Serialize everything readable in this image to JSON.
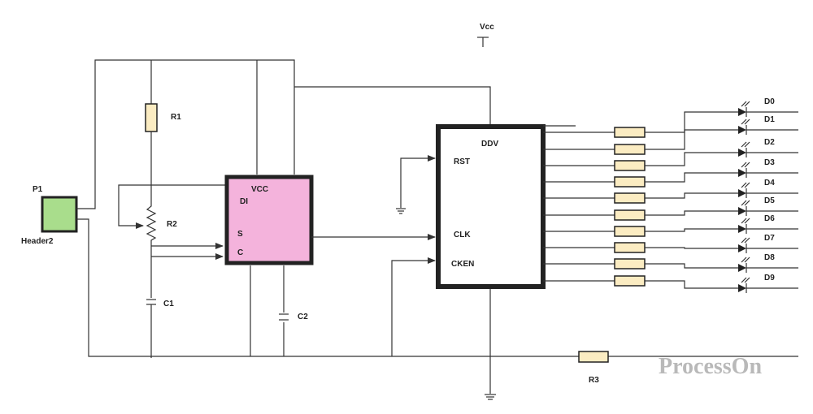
{
  "diagram": {
    "type": "circuit-schematic",
    "labels": {
      "vcc_symbol": "Vcc",
      "header_ref": "P1",
      "header_name": "Header2",
      "r1": "R1",
      "r2": "R2",
      "r3": "R3",
      "c1": "C1",
      "c2": "C2"
    },
    "ic1": {
      "pins": {
        "vcc": "VCC",
        "di": "DI",
        "s": "S",
        "c": "C"
      },
      "fill_color": "#f4b3dc"
    },
    "ic2": {
      "pins": {
        "ddv": "DDV",
        "rst": "RST",
        "clk": "CLK",
        "cken": "CKEN"
      }
    },
    "leds": [
      "D0",
      "D1",
      "D2",
      "D3",
      "D4",
      "D5",
      "D6",
      "D7",
      "D8",
      "D9"
    ],
    "header_color": "#a9dd8c",
    "watermark": "ProcessOn"
  }
}
